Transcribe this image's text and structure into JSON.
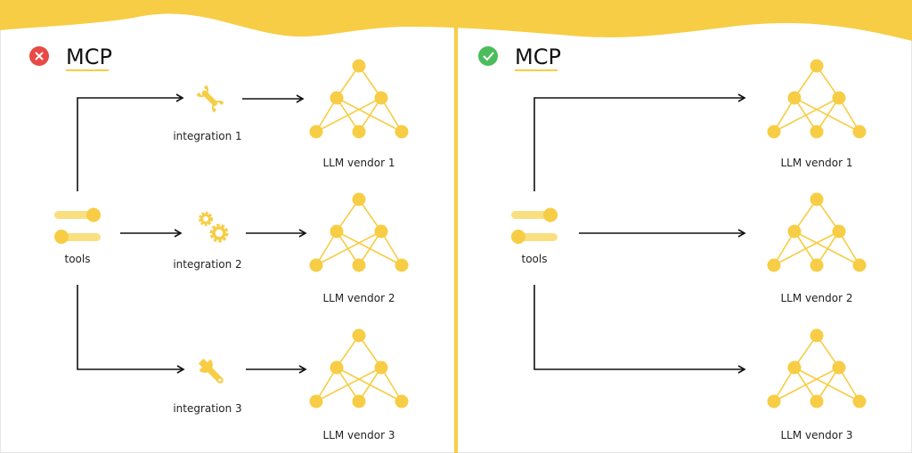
{
  "colors": {
    "accent": "#f7cd45",
    "accent_light": "#f9df80",
    "bad": "#e84a45",
    "good": "#4cbc5c",
    "line": "#111111"
  },
  "panels": [
    {
      "status": "bad",
      "status_icon": "close-icon",
      "title": "MCP",
      "source_label": "tools",
      "integrations": [
        {
          "label": "integration 1",
          "icon": "wrench-icon"
        },
        {
          "label": "integration 2",
          "icon": "gears-icon"
        },
        {
          "label": "integration 3",
          "icon": "wrench-icon"
        }
      ],
      "vendors": [
        "LLM vendor 1",
        "LLM vendor 2",
        "LLM vendor 3"
      ]
    },
    {
      "status": "good",
      "status_icon": "check-icon",
      "title": "MCP",
      "source_label": "tools",
      "vendors": [
        "LLM vendor 1",
        "LLM vendor 2",
        "LLM vendor 3"
      ]
    }
  ]
}
